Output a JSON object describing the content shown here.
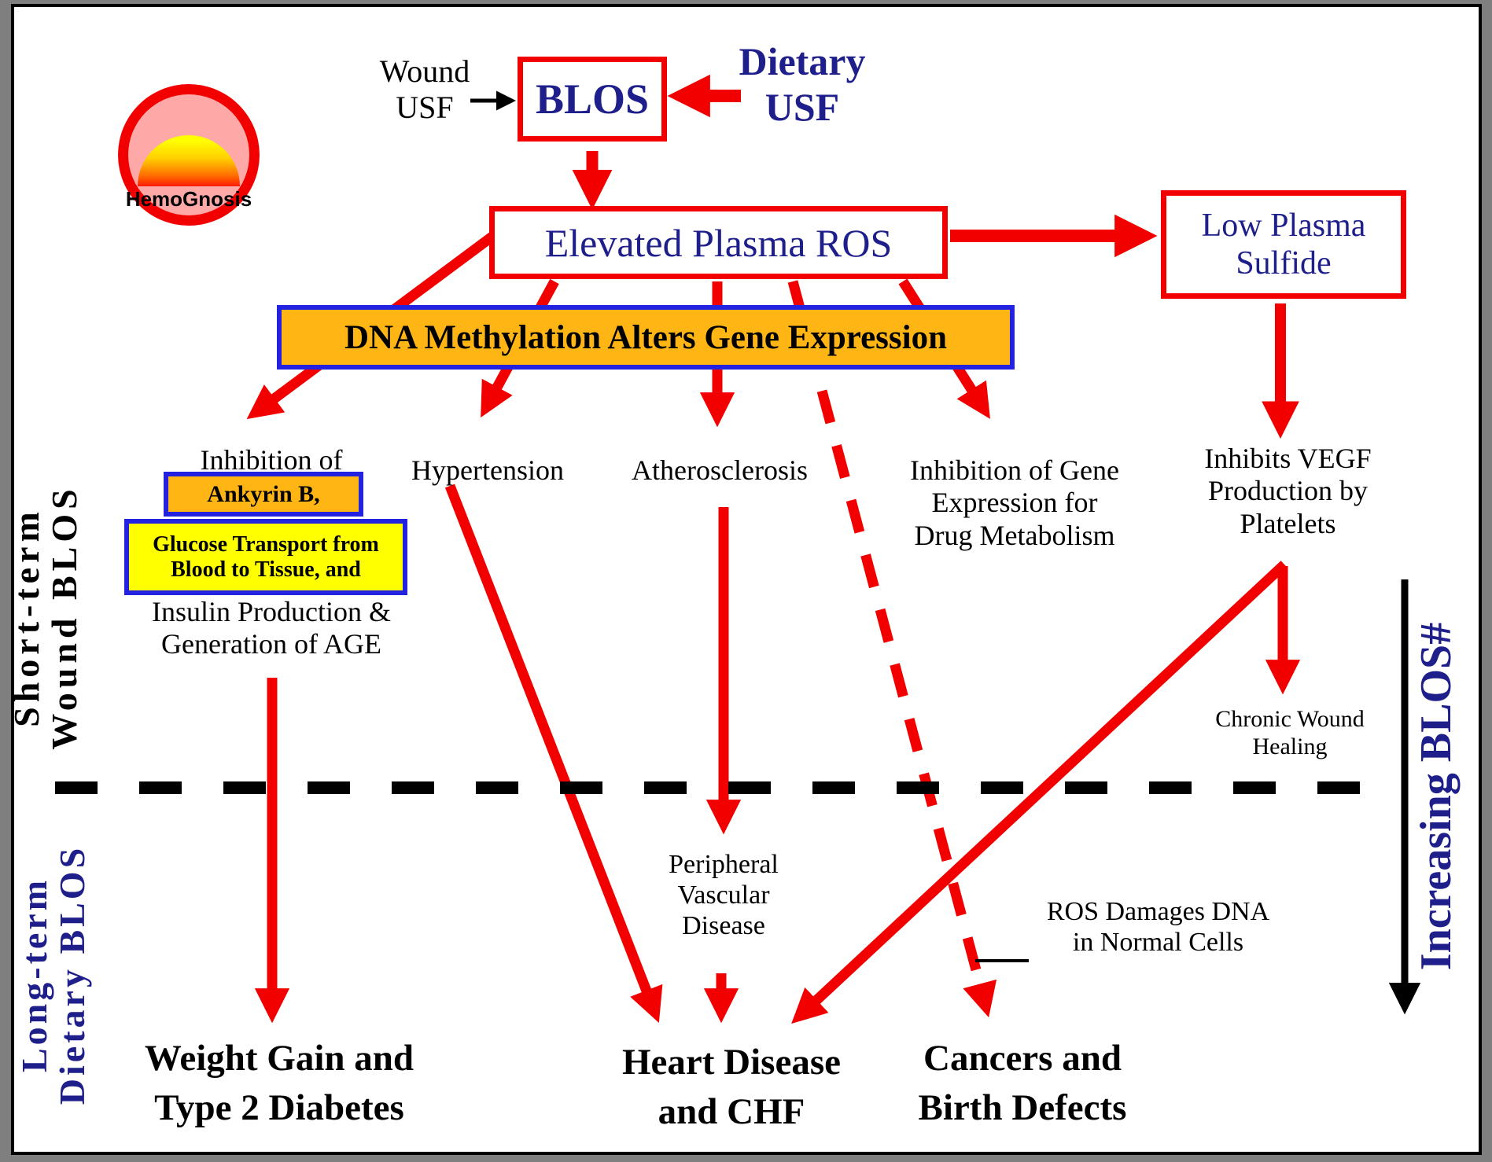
{
  "logo": {
    "text": "HemoGnosis"
  },
  "nodes": {
    "wound_usf": {
      "line1": "Wound",
      "line2": "USF"
    },
    "blos": {
      "label": "BLOS"
    },
    "dietary_usf": {
      "line1": "Dietary",
      "line2": "USF"
    },
    "elevated_ros": {
      "label": "Elevated Plasma ROS"
    },
    "low_sulfide": {
      "line1": "Low Plasma",
      "line2": "Sulfide"
    },
    "dna_methylation": {
      "label": "DNA Methylation Alters Gene Expression"
    },
    "inhibition_of": {
      "label": "Inhibition of"
    },
    "ankyrin": {
      "label": "Ankyrin B,"
    },
    "glucose": {
      "line1": "Glucose Transport from",
      "line2": "Blood to Tissue, and"
    },
    "insulin": {
      "line1": "Insulin Production &",
      "line2": "Generation of AGE"
    },
    "hypertension": {
      "label": "Hypertension"
    },
    "atherosclerosis": {
      "label": "Atherosclerosis"
    },
    "inhibition_gene": {
      "line1": "Inhibition of Gene",
      "line2": "Expression for",
      "line3": "Drug Metabolism"
    },
    "inhibits_vegf": {
      "line1": "Inhibits VEGF",
      "line2": "Production by",
      "line3": "Platelets"
    },
    "chronic_wound": {
      "line1": "Chronic Wound",
      "line2": "Healing"
    },
    "ros_damages": {
      "line1": "ROS Damages DNA",
      "line2": "in Normal Cells"
    },
    "pvd": {
      "line1": "Peripheral",
      "line2": "Vascular",
      "line3": "Disease"
    },
    "weight_gain": {
      "line1": "Weight Gain and",
      "line2": "Type 2 Diabetes"
    },
    "heart_disease": {
      "line1": "Heart Disease",
      "line2": "and CHF"
    },
    "cancers": {
      "line1": "Cancers and",
      "line2": "Birth Defects"
    }
  },
  "side_labels": {
    "short_term": {
      "line1": "Short-term",
      "line2": "Wound BLOS"
    },
    "long_term": {
      "line1": "Long-term",
      "line2": "Dietary BLOS"
    },
    "increasing": {
      "label": "Increasing BLOS#"
    }
  },
  "colors": {
    "red": "#f20000",
    "navy": "#1f1f8c",
    "blue": "#2222e0",
    "orange": "#ffb513",
    "yellow": "#ffff00",
    "pink": "#ffa8a8",
    "frame-gray": "#7f7f7f"
  }
}
